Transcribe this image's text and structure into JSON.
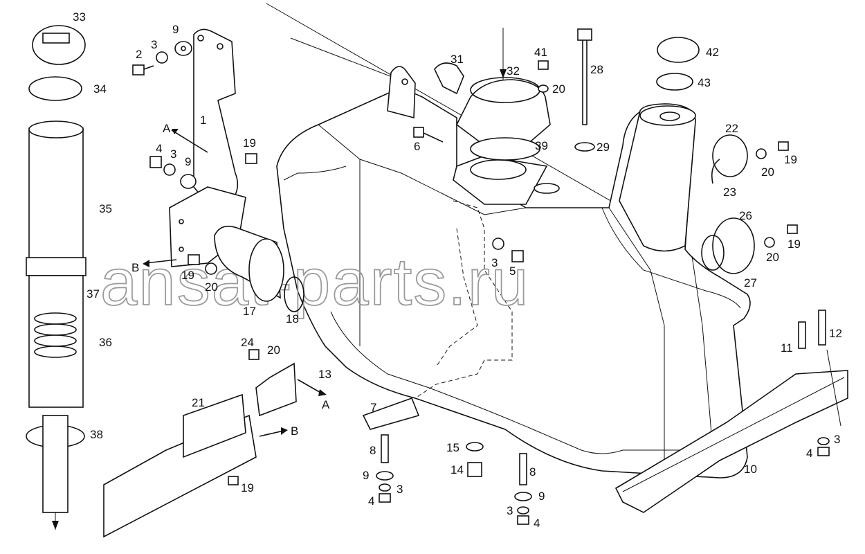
{
  "watermark": "ansat-parts.ru",
  "part_labels": {
    "p1": "1",
    "p2": "2",
    "p3a": "3",
    "p9a": "9",
    "p4a": "4",
    "p3b": "3",
    "p9b": "9",
    "p19a": "19",
    "p19b": "19",
    "p20a": "20",
    "p17": "17",
    "p18": "18",
    "p31": "31",
    "p32": "32",
    "p41": "41",
    "p20b": "20",
    "p28": "28",
    "p6": "6",
    "p39": "39",
    "p29": "29",
    "p42": "42",
    "p43": "43",
    "p22": "22",
    "p19c": "19",
    "p20c": "20",
    "p23": "23",
    "p26": "26",
    "p19d": "19",
    "p20d": "20",
    "p27": "27",
    "p3c": "3",
    "p5": "5",
    "p33": "33",
    "p34": "34",
    "p35": "35",
    "p37": "37",
    "p36": "36",
    "p38": "38",
    "p24": "24",
    "p20e": "20",
    "p13": "13",
    "p21": "21",
    "p19e": "19",
    "p7": "7",
    "p8a": "8",
    "p9c": "9",
    "p3d": "3",
    "p4b": "4",
    "p15": "15",
    "p14": "14",
    "p8b": "8",
    "p9d": "9",
    "p3e": "3",
    "p4c": "4",
    "p11": "11",
    "p12": "12",
    "p3f": "3",
    "p4d": "4",
    "p10": "10"
  },
  "view_markers": {
    "a_top": "A",
    "b_left": "B",
    "a_bottom": "A",
    "b_bottom": "B"
  }
}
